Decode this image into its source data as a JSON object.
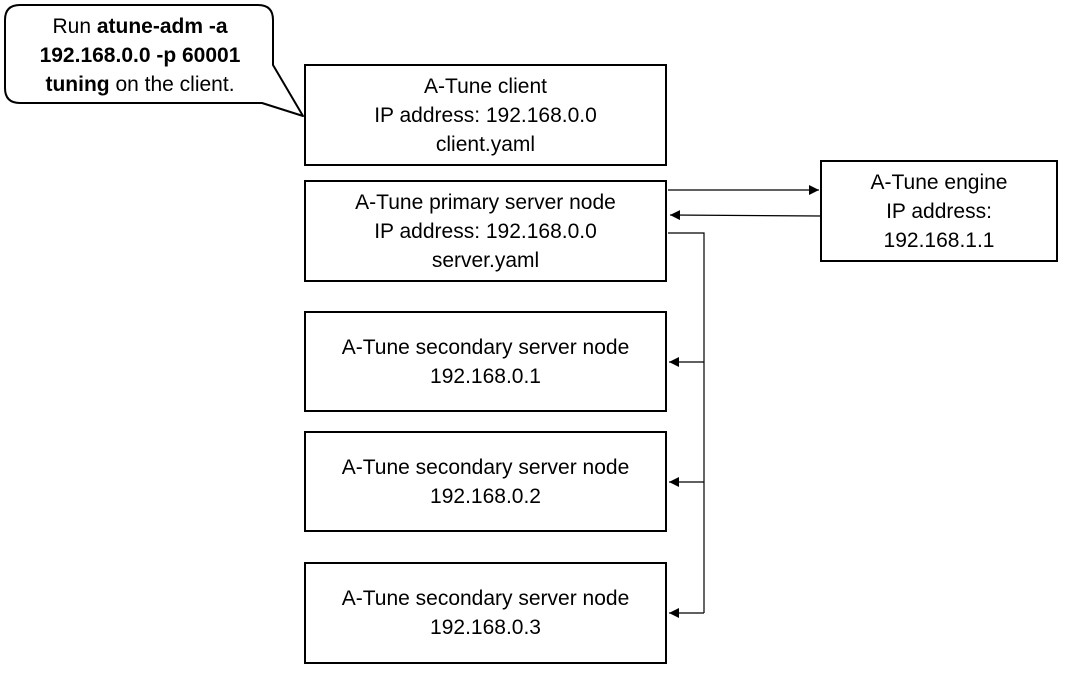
{
  "callout": {
    "prefix": "Run ",
    "command_line1": "atune-adm -a",
    "command_line2": "192.168.0.0 -p 60001",
    "command_line3": "tuning",
    "suffix": " on the client."
  },
  "client": {
    "title": "A-Tune client",
    "ip": "IP address: 192.168.0.0",
    "config": "client.yaml"
  },
  "primary": {
    "title": "A-Tune primary server node",
    "ip": "IP address: 192.168.0.0",
    "config": "server.yaml"
  },
  "engine": {
    "title": "A-Tune engine",
    "ip_label": "IP address:",
    "ip": "192.168.1.1"
  },
  "secondaries": [
    {
      "title": "A-Tune secondary server node",
      "ip": "192.168.0.1"
    },
    {
      "title": "A-Tune secondary server node",
      "ip": "192.168.0.2"
    },
    {
      "title": "A-Tune secondary server node",
      "ip": "192.168.0.3"
    }
  ]
}
